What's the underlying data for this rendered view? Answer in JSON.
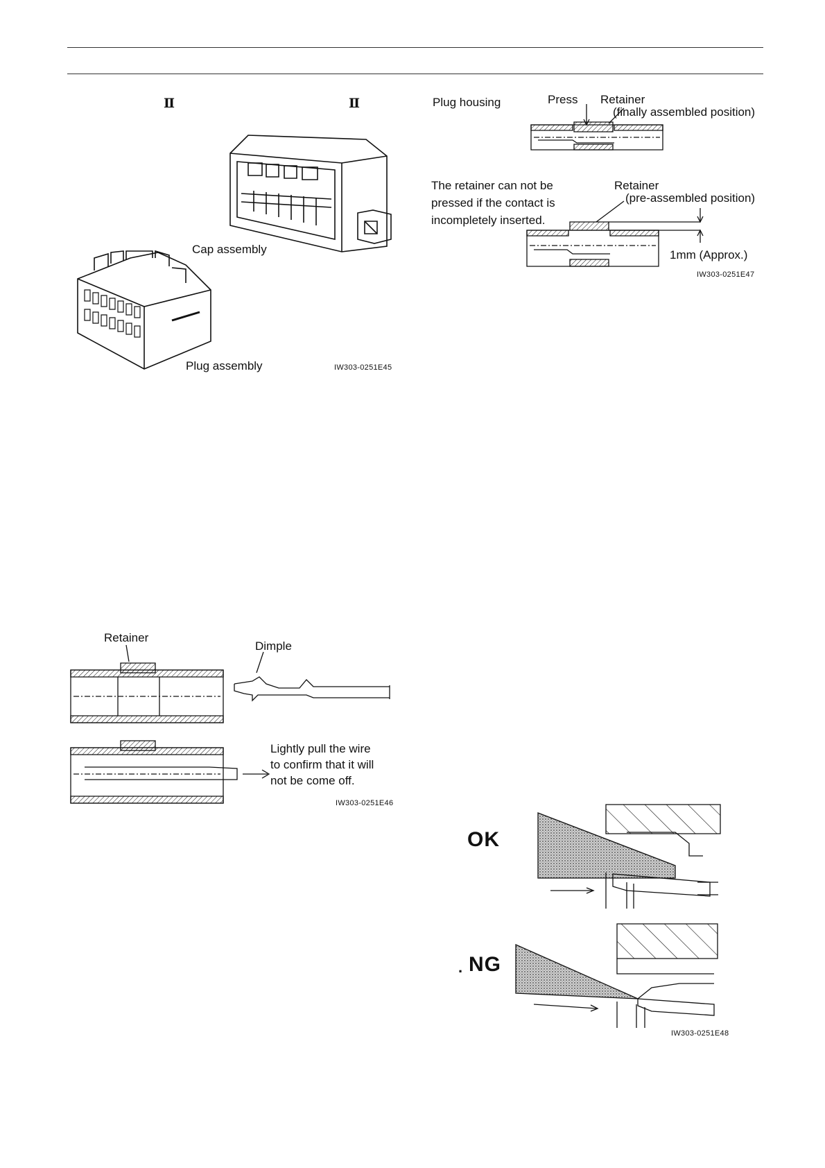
{
  "header": {
    "roman_left": "Ⅱ",
    "roman_right": "Ⅱ"
  },
  "figure1": {
    "cap_label": "Cap assembly",
    "plug_label": "Plug assembly",
    "code": "IW303-0251E45"
  },
  "figure2": {
    "plug_housing_label": "Plug housing",
    "press_label": "Press",
    "retainer_label_1": "Retainer",
    "final_position_label": "(finally assembled position)",
    "note_lines": [
      "The retainer can not be",
      "pressed if the contact is",
      "incompletely inserted."
    ],
    "retainer_label_2": "Retainer",
    "pre_position_label": "(pre-assembled position)",
    "dimension_label": "1mm (Approx.)",
    "code": "IW303-0251E47"
  },
  "figure3": {
    "retainer_label": "Retainer",
    "dimple_label": "Dimple",
    "note_lines": [
      "Lightly pull the wire",
      "to confirm that it will",
      "not be come off."
    ],
    "code": "IW303-0251E46"
  },
  "figure4": {
    "ok_label": "OK",
    "ng_label": "NG",
    "ng_prefix": ".",
    "code": "IW303-0251E48"
  }
}
